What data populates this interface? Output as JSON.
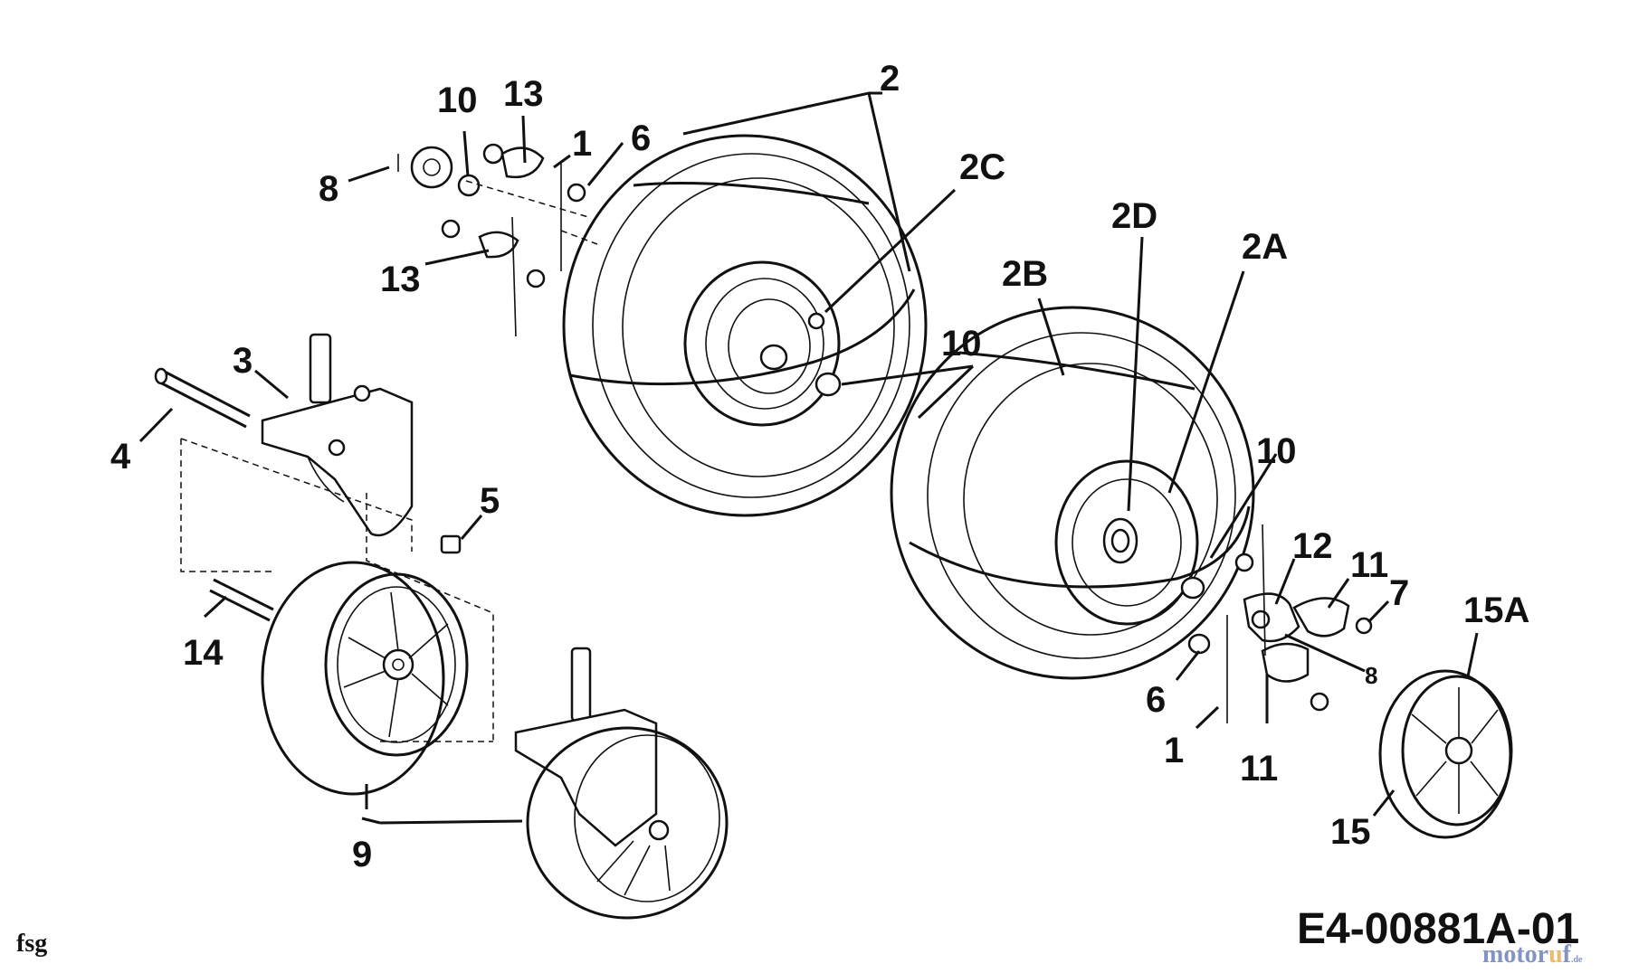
{
  "labels": {
    "l2": "2",
    "l2C": "2C",
    "l2D": "2D",
    "l2A": "2A",
    "l2B": "2B",
    "l1_top": "1",
    "l6_top": "6",
    "l10_top": "10",
    "l13_top": "13",
    "l13_mid": "13",
    "l8_left": "8",
    "l3": "3",
    "l4": "4",
    "l5": "5",
    "l14": "14",
    "l9": "9",
    "l10_mid": "10",
    "l10_right": "10",
    "l12": "12",
    "l11_top": "11",
    "l7": "7",
    "l8_right": "8",
    "l6_bottom": "6",
    "l1_bottom": "1",
    "l11_bottom": "11",
    "l15A": "15A",
    "l15": "15"
  },
  "footer": {
    "left_code": "fsg",
    "drawing_number": "E4-00881A-01"
  },
  "watermark": {
    "main": "motor",
    "accent": "u",
    "end": "f",
    "tld": ".de"
  }
}
